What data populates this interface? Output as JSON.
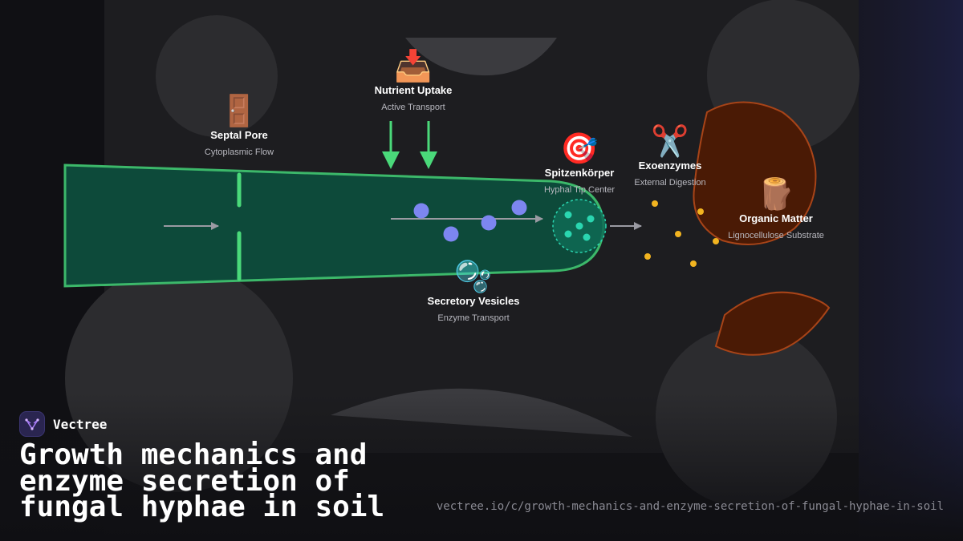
{
  "brand": {
    "name": "Vectree"
  },
  "headline": "Growth mechanics and enzyme secretion of fungal hyphae in soil",
  "url": "vectree.io/c/growth-mechanics-and-enzyme-secretion-of-fungal-hyphae-in-soil",
  "colors": {
    "hypha_fill": "#0d4a3a",
    "hypha_stroke": "#3cb86a",
    "arrow_green": "#4ad97a",
    "vesicle": "#7d86f0",
    "enzyme_dot": "#f2b420",
    "organic_matter": "#4a1a05",
    "organic_matter_stroke": "#a84418",
    "spitzenkorper": "#2ad6b0"
  },
  "labels": {
    "septal_pore": {
      "icon": "door-icon",
      "emoji": "🚪",
      "title": "Septal Pore",
      "subtitle": "Cytoplasmic Flow"
    },
    "nutrient_uptake": {
      "icon": "inbox-tray-icon",
      "emoji": "📥",
      "title": "Nutrient Uptake",
      "subtitle": "Active Transport"
    },
    "spitzenkorper": {
      "icon": "target-icon",
      "emoji": "🎯",
      "title": "Spitzenkörper",
      "subtitle": "Hyphal Tip Center"
    },
    "exoenzymes": {
      "icon": "scissors-icon",
      "emoji": "✂️",
      "title": "Exoenzymes",
      "subtitle": "External Digestion"
    },
    "organic_matter": {
      "icon": "wood-log-icon",
      "emoji": "🪵",
      "title": "Organic Matter",
      "subtitle": "Lignocellulose Substrate"
    },
    "secretory_vesicles": {
      "icon": "bubbles-icon",
      "emoji": "🫧",
      "title": "Secretory Vesicles",
      "subtitle": "Enzyme Transport"
    }
  }
}
